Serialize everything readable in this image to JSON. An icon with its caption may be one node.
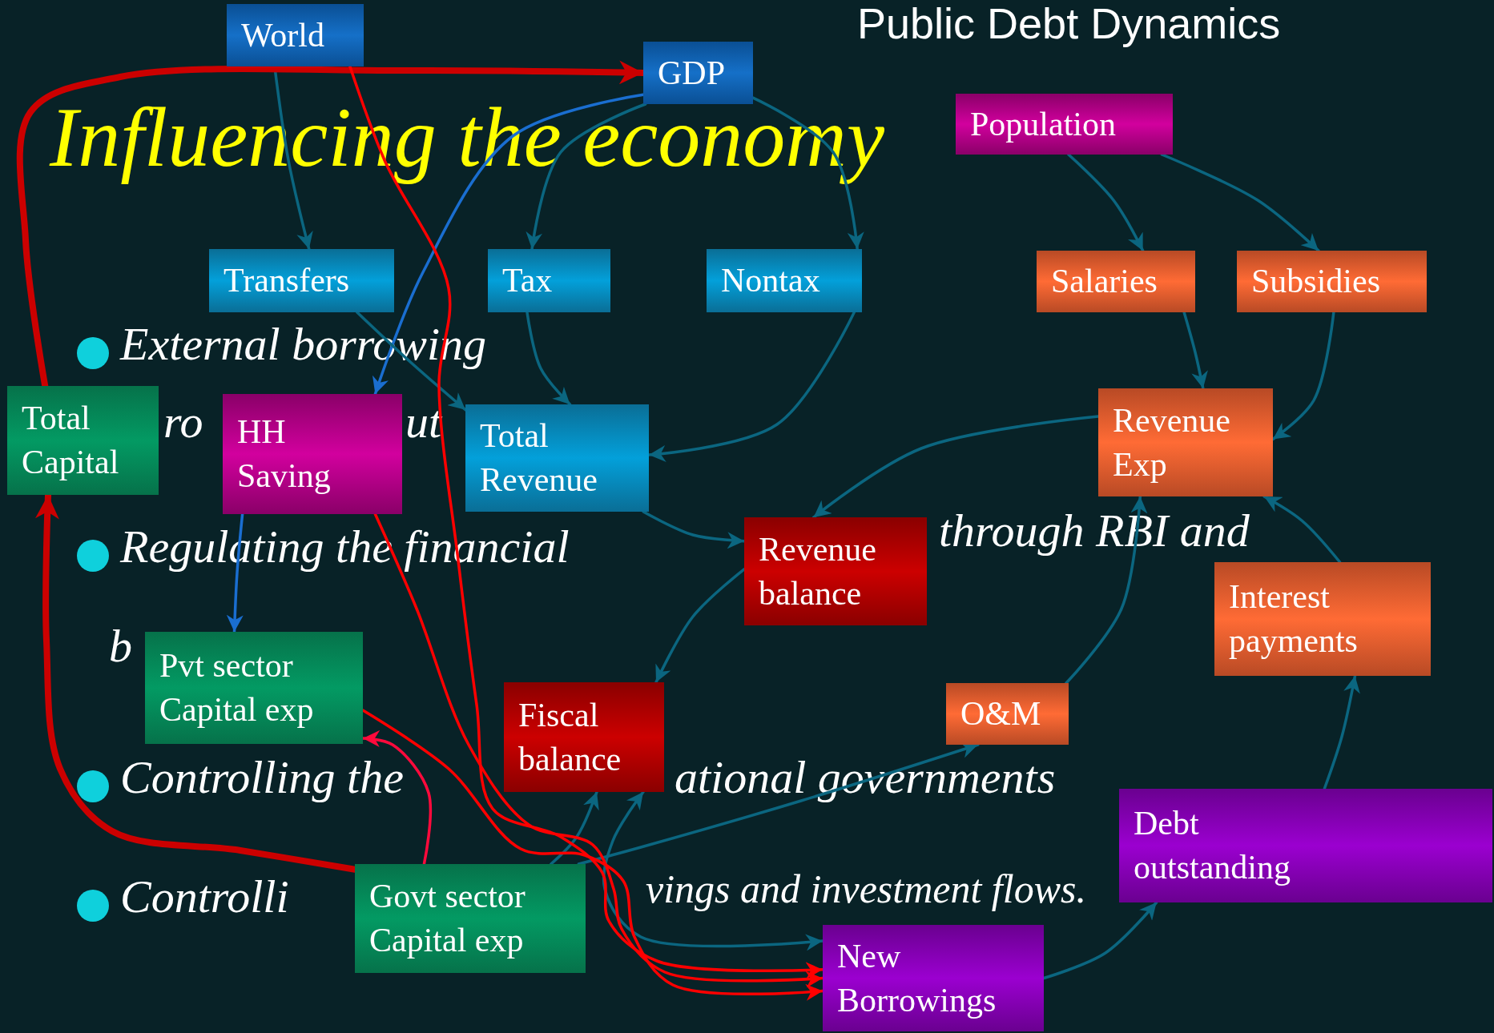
{
  "diagram": {
    "title": "Public Debt Dynamics",
    "nodes": [
      {
        "text": [
          "World"
        ]
      },
      {
        "text": [
          "GDP"
        ]
      },
      {
        "text": [
          "Population"
        ]
      },
      {
        "text": [
          "Transfers"
        ]
      },
      {
        "text": [
          "Tax"
        ]
      },
      {
        "text": [
          "Nontax"
        ]
      },
      {
        "text": [
          "Salaries"
        ]
      },
      {
        "text": [
          "Subsidies"
        ]
      },
      {
        "text": [
          "Total Capital"
        ]
      },
      {
        "text": [
          "HH Saving"
        ]
      },
      {
        "text": [
          "Total Revenue"
        ]
      },
      {
        "text": [
          "Revenue Exp"
        ]
      },
      {
        "text": [
          "Revenue balance"
        ]
      },
      {
        "text": [
          "Pvt sector Capital exp"
        ]
      },
      {
        "text": [
          "Fiscal balance"
        ]
      },
      {
        "text": [
          "Interest payments"
        ]
      },
      {
        "text": [
          "O&M"
        ]
      },
      {
        "text": [
          "Debt outstanding"
        ]
      },
      {
        "text": [
          "Govt sector Capital exp"
        ]
      },
      {
        "text": [
          "New Borrowings"
        ]
      }
    ],
    "edges": [
      {
        "from": 0,
        "to": 3,
        "arrow": "to"
      },
      {
        "from": 1,
        "to": 4,
        "arrow": "to"
      },
      {
        "from": 1,
        "to": 5,
        "arrow": "to"
      },
      {
        "from": 1,
        "to": 9,
        "arrow": "to",
        "color": "#1a6ed0"
      },
      {
        "from": 2,
        "to": 6,
        "arrow": "to"
      },
      {
        "from": 2,
        "to": 7,
        "arrow": "to"
      },
      {
        "from": 3,
        "to": 10,
        "arrow": "to"
      },
      {
        "from": 4,
        "to": 10,
        "arrow": "to"
      },
      {
        "from": 5,
        "to": 10,
        "arrow": "to"
      },
      {
        "from": 6,
        "to": 11,
        "arrow": "to"
      },
      {
        "from": 7,
        "to": 11,
        "arrow": "to"
      },
      {
        "from": 15,
        "to": 11,
        "arrow": "to"
      },
      {
        "from": 16,
        "to": 11,
        "arrow": "to"
      },
      {
        "from": 11,
        "to": 12,
        "arrow": "to"
      },
      {
        "from": 10,
        "to": 12,
        "arrow": "to"
      },
      {
        "from": 12,
        "to": 14,
        "arrow": "to"
      },
      {
        "from": 9,
        "to": 13,
        "arrow": "to",
        "color": "#1a6ed0"
      },
      {
        "from": 18,
        "to": 14,
        "arrow": "to"
      },
      {
        "from": 14,
        "to": 19,
        "arrow": "both"
      },
      {
        "from": 18,
        "to": 16,
        "arrow": "to"
      },
      {
        "from": 19,
        "to": 17,
        "arrow": "to"
      },
      {
        "from": 17,
        "to": 15,
        "arrow": "to"
      },
      {
        "from": 8,
        "to": 1,
        "arrow": "to",
        "style": "thick",
        "color": "#cc0000"
      },
      {
        "from": 18,
        "to": 8,
        "arrow": "to",
        "style": "thick",
        "color": "#cc0000"
      },
      {
        "from": 18,
        "to": 13,
        "arrow": "to",
        "color": "#ff0a3c"
      },
      {
        "from": 0,
        "to": 19,
        "arrow": "to",
        "color": "#ff0000"
      },
      {
        "from": 9,
        "to": 19,
        "arrow": "to",
        "color": "#ff0000"
      },
      {
        "from": 13,
        "to": 19,
        "arrow": "to",
        "color": "#ff0000"
      }
    ],
    "labels": [
      "Influencing the economy",
      "External borrowing",
      "ro",
      "ut",
      "Regulating the financial",
      "through RBI and",
      "b",
      "Controlling the",
      "ational governments",
      "Controlli",
      "vings and investment flows."
    ]
  }
}
